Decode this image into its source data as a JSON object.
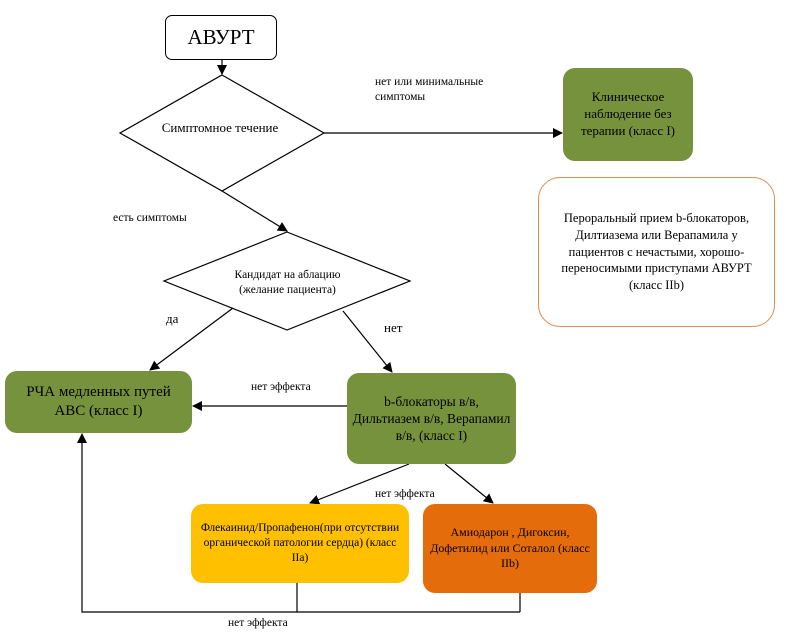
{
  "nodes": {
    "start": "АВУРТ",
    "symptomatic": "Симптомное течение",
    "observation": "Клиническое наблюдение без терапии (класс I)",
    "oral": "Пероральный прием b-блокаторов, Дилтиазема или Верапамила у пациентов с нечастыми, хорошо-переносимыми приступами АВУРТ (класс IIb)",
    "candidate": "Кандидат на аблацию (желание пациента)",
    "rfa": "РЧА медленных путей АВС (класс I)",
    "iv_drugs": "b-блокаторы в/в, Дильтиазем в/в, Верапамил в/в, (класс I)",
    "flecainide": "Флекаинид/Пропафенон(при отсутствии органической патологии сердца) (класс IIa)",
    "amiodarone": "Амиодарон , Дигоксин, Дофетилид или Соталол (класс IIb)"
  },
  "edge_labels": {
    "no_symptoms": "нет или минимальные симптомы",
    "has_symptoms": "есть симптомы",
    "yes": "да",
    "no": "нет",
    "no_effect_1": "нет эффекта",
    "no_effect_2": "нет эффекта",
    "no_effect_3": "нет эффекта"
  },
  "colors": {
    "green": "#76923c",
    "yellow": "#ffc000",
    "orange": "#e46c0a",
    "oral_border": "#e08c4a"
  }
}
